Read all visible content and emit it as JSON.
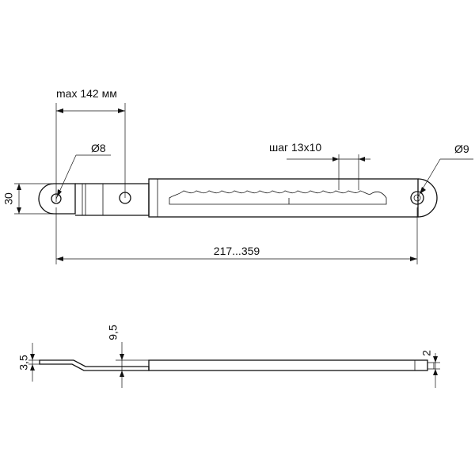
{
  "dimensions": {
    "max_length": "max 142 мм",
    "hole_left": "Ø8",
    "hole_right": "Ø9",
    "pitch": "шаг 13x10",
    "height": "30",
    "total_length": "217...359",
    "offset_height": "9,5",
    "left_thickness": "3,5",
    "right_thickness": "2"
  }
}
